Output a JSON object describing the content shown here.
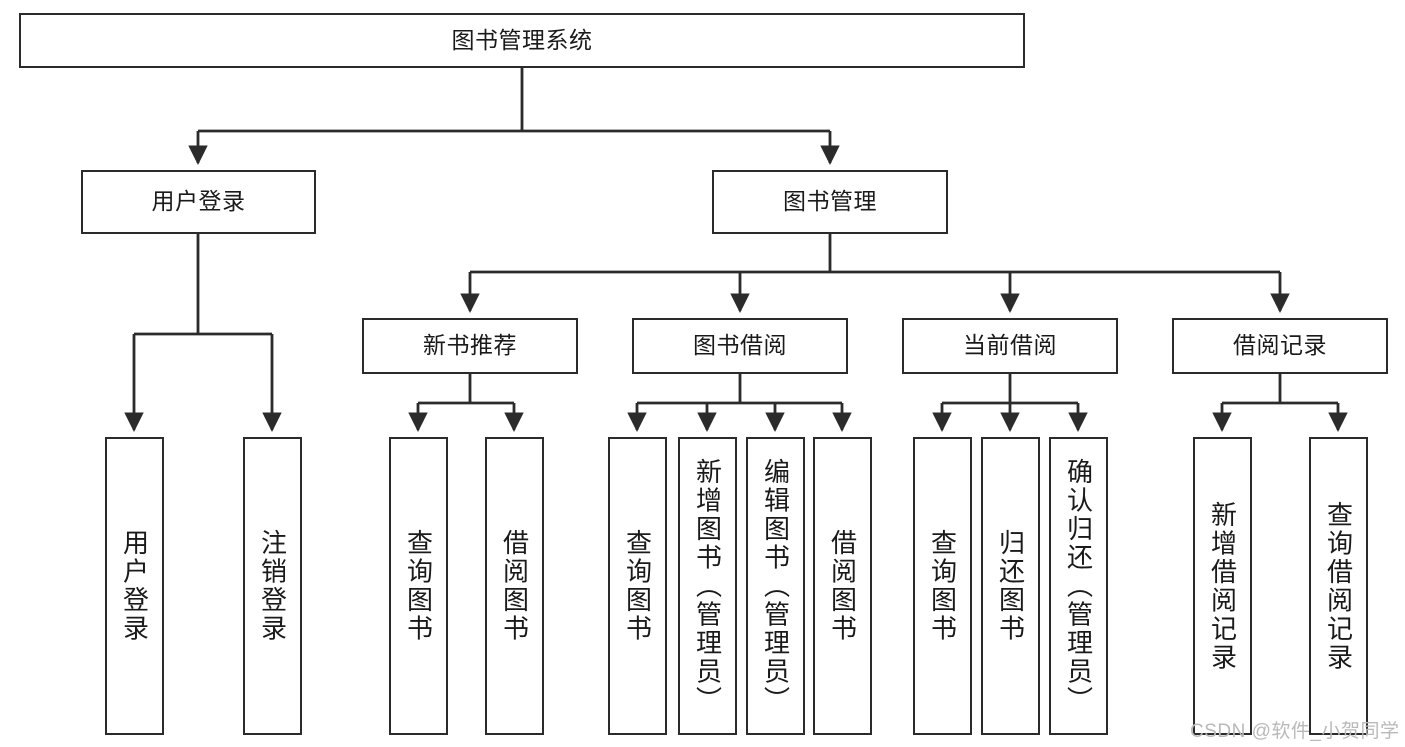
{
  "diagram": {
    "title": "图书管理系统",
    "watermark": "CSDN @软件_小贺同学",
    "colors": {
      "stroke": "#2b2b2b",
      "fill": "#ffffff",
      "text": "#1a1a1a",
      "watermark": "#b9b9b9"
    },
    "root": {
      "label": "图书管理系统"
    },
    "level1": [
      {
        "label": "用户登录"
      },
      {
        "label": "图书管理"
      }
    ],
    "level2": [
      {
        "label": "新书推荐"
      },
      {
        "label": "图书借阅"
      },
      {
        "label": "当前借阅"
      },
      {
        "label": "借阅记录"
      }
    ],
    "leaves": {
      "user_login": [
        {
          "label": "用户登录"
        },
        {
          "label": "注销登录"
        }
      ],
      "new_book": [
        {
          "label": "查询图书"
        },
        {
          "label": "借阅图书"
        }
      ],
      "borrow_book": [
        {
          "label": "查询图书"
        },
        {
          "label": "新增图书（管理员）"
        },
        {
          "label": "编辑图书（管理员）"
        },
        {
          "label": "借阅图书"
        }
      ],
      "current_borrow": [
        {
          "label": "查询图书"
        },
        {
          "label": "归还图书"
        },
        {
          "label": "确认归还（管理员）"
        }
      ],
      "borrow_record": [
        {
          "label": "新增借阅记录"
        },
        {
          "label": "查询借阅记录"
        }
      ]
    }
  }
}
